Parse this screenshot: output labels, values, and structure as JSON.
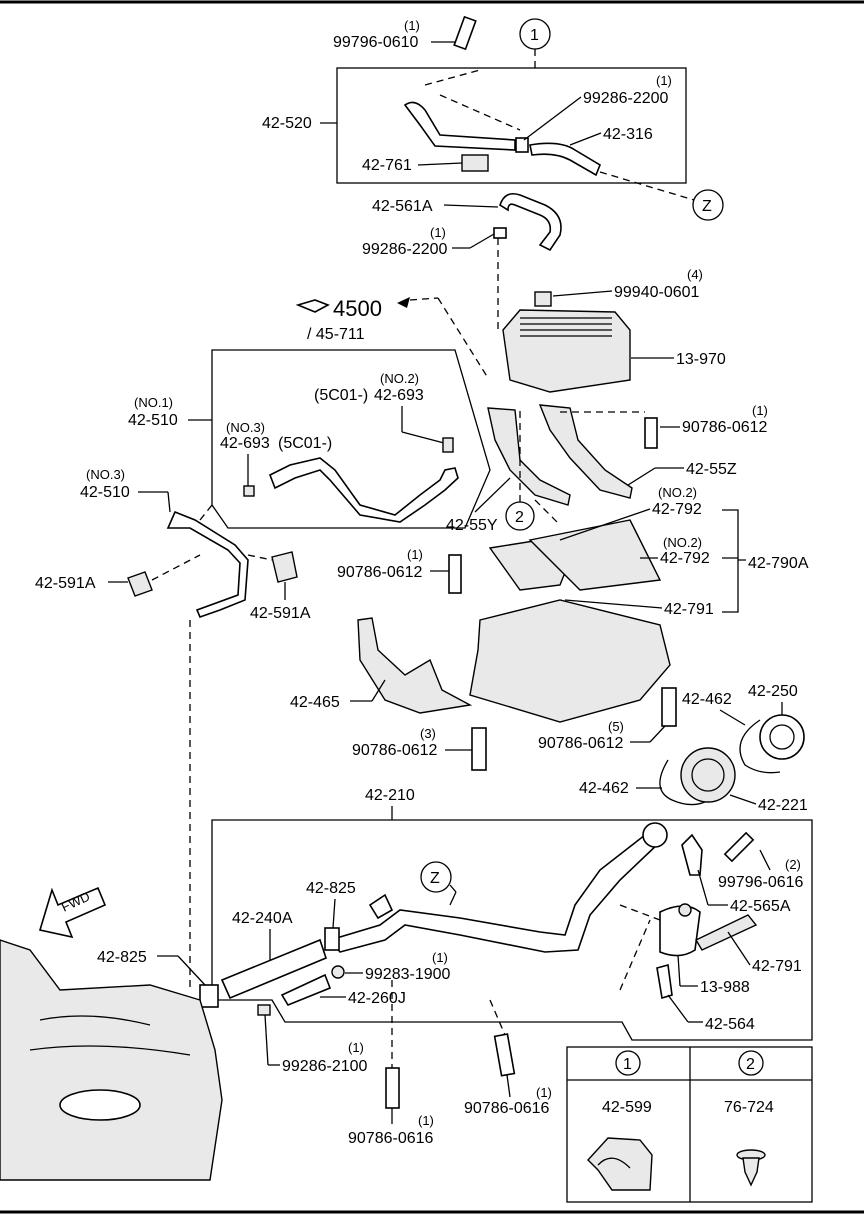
{
  "labels": {
    "p99796_0610_qty": "(1)",
    "p99796_0610": "99796-0610",
    "p42_520": "42-520",
    "p99286_2200a_qty": "(1)",
    "p99286_2200a": "99286-2200",
    "p42_316": "42-316",
    "p42_761": "42-761",
    "p42_561A": "42-561A",
    "p99286_2200b_qty": "(1)",
    "p99286_2200b": "99286-2200",
    "p99940_0601_qty": "(4)",
    "p99940_0601": "99940-0601",
    "ref4500": "4500",
    "ref45_711": "/ 45-711",
    "p13_970": "13-970",
    "no1": "(NO.1)",
    "p42_510a": "42-510",
    "no3a": "(NO.3)",
    "p42_693a": "42-693",
    "c5c01a": "(5C01-)",
    "no2a": "(NO.2)",
    "c5c01b": "(5C01-)",
    "p42_693b": "42-693",
    "p90786_0612a_qty": "(1)",
    "p90786_0612a": "90786-0612",
    "p42_55Z": "42-55Z",
    "no3b": "(NO.3)",
    "p42_510b": "42-510",
    "no2b": "(NO.2)",
    "p42_792a": "42-792",
    "p42_55Y": "42-55Y",
    "p90786_0612b_qty": "(1)",
    "p90786_0612b": "90786-0612",
    "no2c": "(NO.2)",
    "p42_792b": "42-792",
    "p42_790A": "42-790A",
    "p42_591Aa": "42-591A",
    "p42_591Ab": "42-591A",
    "p42_791a": "42-791",
    "p42_465": "42-465",
    "p42_462a": "42-462",
    "p42_250": "42-250",
    "p90786_0612c_qty": "(3)",
    "p90786_0612c": "90786-0612",
    "p90786_0612d_qty": "(5)",
    "p90786_0612d": "90786-0612",
    "p42_462b": "42-462",
    "p42_221": "42-221",
    "p42_210": "42-210",
    "p42_825a": "42-825",
    "p99796_0616_qty": "(2)",
    "p99796_0616": "99796-0616",
    "p42_240A": "42-240A",
    "p42_565A": "42-565A",
    "p42_825b": "42-825",
    "p99283_1900_qty": "(1)",
    "p99283_1900": "99283-1900",
    "p42_791b": "42-791",
    "p42_260J": "42-260J",
    "p13_988": "13-988",
    "p42_564": "42-564",
    "p99286_2100_qty": "(1)",
    "p99286_2100": "99286-2100",
    "p90786_0616a_qty": "(1)",
    "p90786_0616a": "90786-0616",
    "p90786_0616b_qty": "(1)",
    "p90786_0616b": "90786-0616",
    "fwd": "FWD"
  },
  "callouts": {
    "c1": "1",
    "c2": "2",
    "z": "Z"
  },
  "legend": {
    "col1_num": "1",
    "col2_num": "2",
    "col1_part": "42-599",
    "col2_part": "76-724"
  }
}
